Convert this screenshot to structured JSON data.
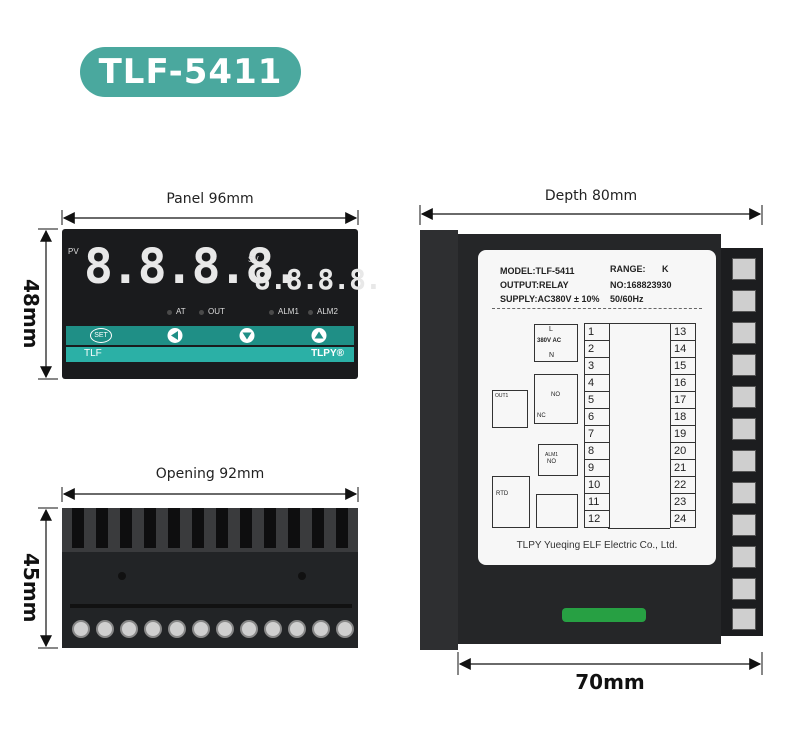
{
  "title": "TLF-5411",
  "dimensions": {
    "panel": "Panel 96mm",
    "panel_height": "48mm",
    "opening": "Opening 92mm",
    "opening_height": "45mm",
    "depth": "Depth 80mm",
    "body_length": "70mm"
  },
  "front_panel": {
    "pv_label": "PV",
    "sv_label": "SV",
    "pv_display": "8.8.8.8.",
    "sv_display": "8.8.8.8.",
    "indicators": [
      "AT",
      "OUT",
      "ALM1",
      "ALM2"
    ],
    "set_button": "SET",
    "brand_left": "TLF",
    "brand_right": "TLPY®"
  },
  "label": {
    "model": "MODEL:TLF-5411",
    "range": "RANGE:",
    "range_value": "K",
    "output": "OUTPUT:RELAY",
    "serial": "NO:168823930",
    "supply": "SUPPLY:AC380V ± 10%",
    "frequency": "50/60Hz",
    "terminals_left": [
      "1",
      "2",
      "3",
      "4",
      "5",
      "6",
      "7",
      "8",
      "9",
      "10",
      "11",
      "12"
    ],
    "terminals_right": [
      "13",
      "14",
      "15",
      "16",
      "17",
      "18",
      "19",
      "20",
      "21",
      "22",
      "23",
      "24"
    ],
    "power_label": "380V AC",
    "power_l": "L",
    "power_n": "N",
    "out_label": "OUT1",
    "out_nc": "NC",
    "out_no": "NO",
    "alm_label": "ALM1",
    "alm_no": "NO",
    "rtd_label": "RTD",
    "manufacturer": "TLPY Yueqing ELF Electric Co., Ltd."
  }
}
